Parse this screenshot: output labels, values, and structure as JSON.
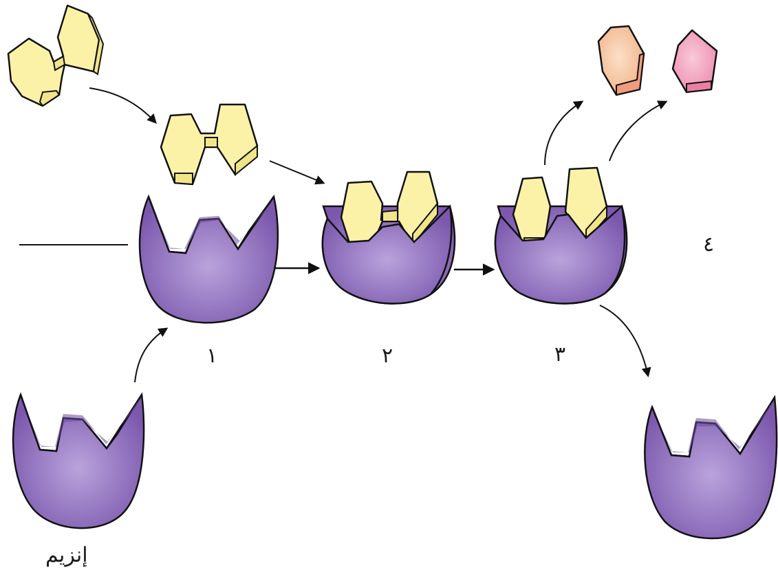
{
  "labels": {
    "step1": "١",
    "step2": "٢",
    "step3": "٣",
    "step4": "٤",
    "enzyme": "إنزيم"
  },
  "colors": {
    "enzyme_fill": "#8a6ab8",
    "enzyme_light": "#b7a0da",
    "enzyme_dark": "#6a4a9a",
    "substrate_fill": "#fbf2a7",
    "substrate_shade": "#efe17a",
    "product1_fill": "#f6c7a2",
    "product1_shade": "#ef9c7e",
    "product2_fill": "#f3a7c0",
    "product2_shade": "#ea7ea3",
    "outline": "#111111"
  }
}
